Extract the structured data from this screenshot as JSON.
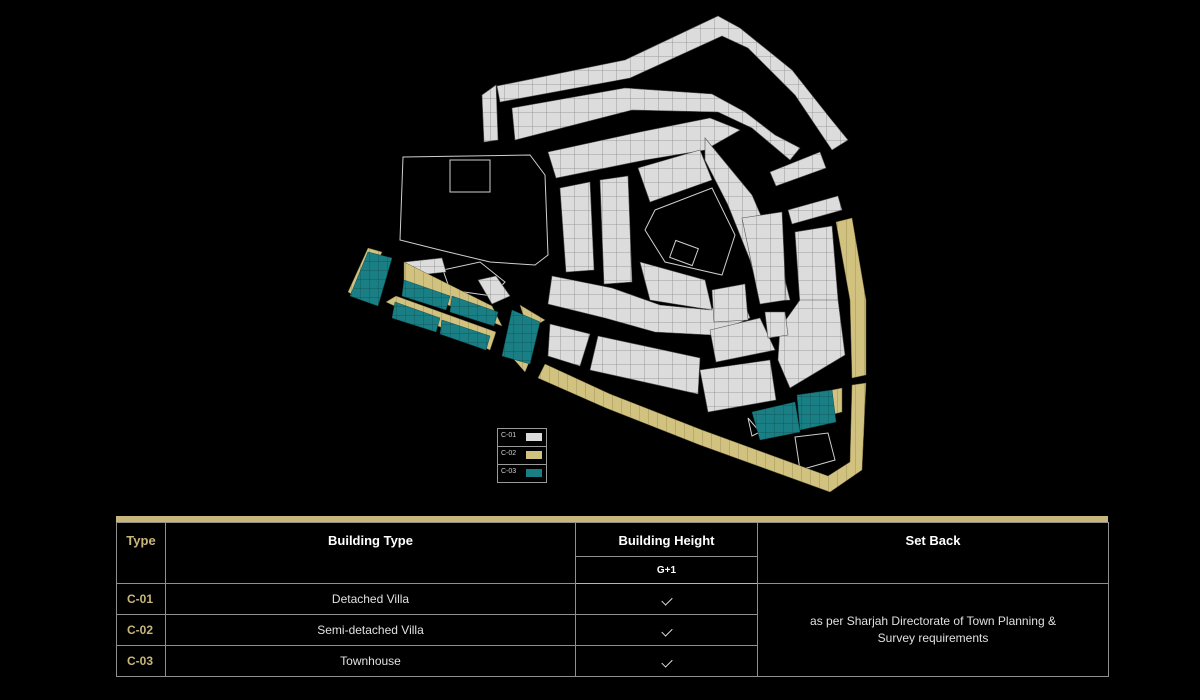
{
  "legend": [
    {
      "code": "C-01",
      "color": "#dcdcdc"
    },
    {
      "code": "C-02",
      "color": "#d2c27f"
    },
    {
      "code": "C-03",
      "color": "#1a7f84"
    }
  ],
  "table": {
    "headers": {
      "type": "Type",
      "building_type": "Building Type",
      "building_height": "Building Height",
      "set_back": "Set Back"
    },
    "height_sub": "G+1",
    "rows": [
      {
        "code": "C-01",
        "building_type": "Detached Villa"
      },
      {
        "code": "C-02",
        "building_type": "Semi-detached Villa"
      },
      {
        "code": "C-03",
        "building_type": "Townhouse"
      }
    ],
    "set_back_text": "as per Sharjah Directorate of Town Planning & Survey requirements"
  },
  "colors": {
    "accent_gold": "#c9b77a",
    "c01": "#dcdcdc",
    "c02": "#d2c27f",
    "c03": "#1a7f84"
  }
}
